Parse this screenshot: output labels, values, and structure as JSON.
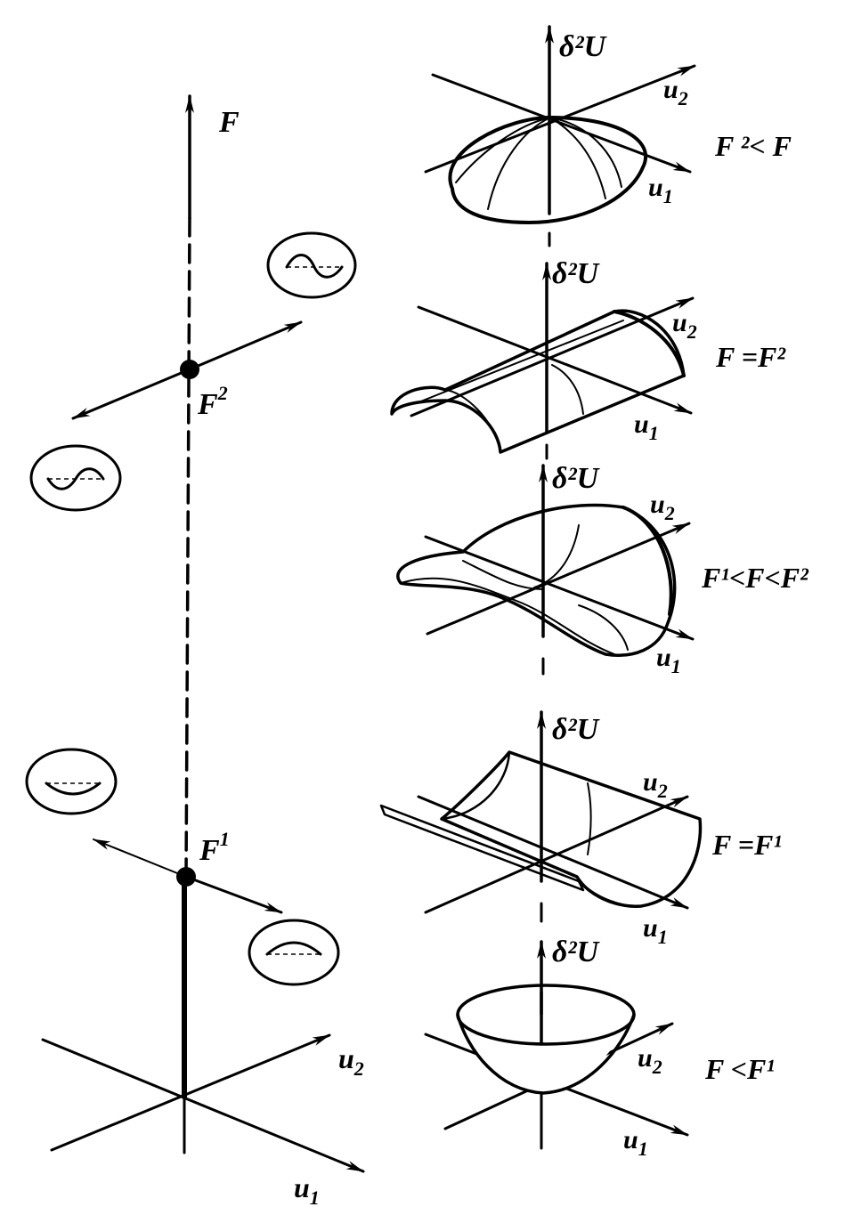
{
  "figure": {
    "main_axes": {
      "vertical_axis_label": "F",
      "axis_u1_label": "u",
      "axis_u1_sub": "1",
      "axis_u2_label": "u",
      "axis_u2_sub": "2"
    },
    "critical_points": [
      {
        "base": "F",
        "sup": "2"
      },
      {
        "base": "F",
        "sup": "1"
      }
    ],
    "panels": [
      {
        "shape": "dome",
        "z_label": "δ²U",
        "u1": "u",
        "u1_sub": "1",
        "u2": "u",
        "u2_sub": "2",
        "condition": "F ²< F"
      },
      {
        "shape": "ridge",
        "z_label": "δ²U",
        "u1": "u",
        "u1_sub": "1",
        "u2": "u",
        "u2_sub": "2",
        "condition": "F =F²"
      },
      {
        "shape": "saddle",
        "z_label": "δ²U",
        "u1": "u",
        "u1_sub": "1",
        "u2": "u",
        "u2_sub": "2",
        "condition": "F¹<F<F²"
      },
      {
        "shape": "trough",
        "z_label": "δ²U",
        "u1": "u",
        "u1_sub": "1",
        "u2": "u",
        "u2_sub": "2",
        "condition": "F =F¹"
      },
      {
        "shape": "paraboloid",
        "z_label": "δ²U",
        "u1": "u",
        "u1_sub": "1",
        "u2": "u",
        "u2_sub": "2",
        "condition": "F <F¹"
      }
    ]
  }
}
